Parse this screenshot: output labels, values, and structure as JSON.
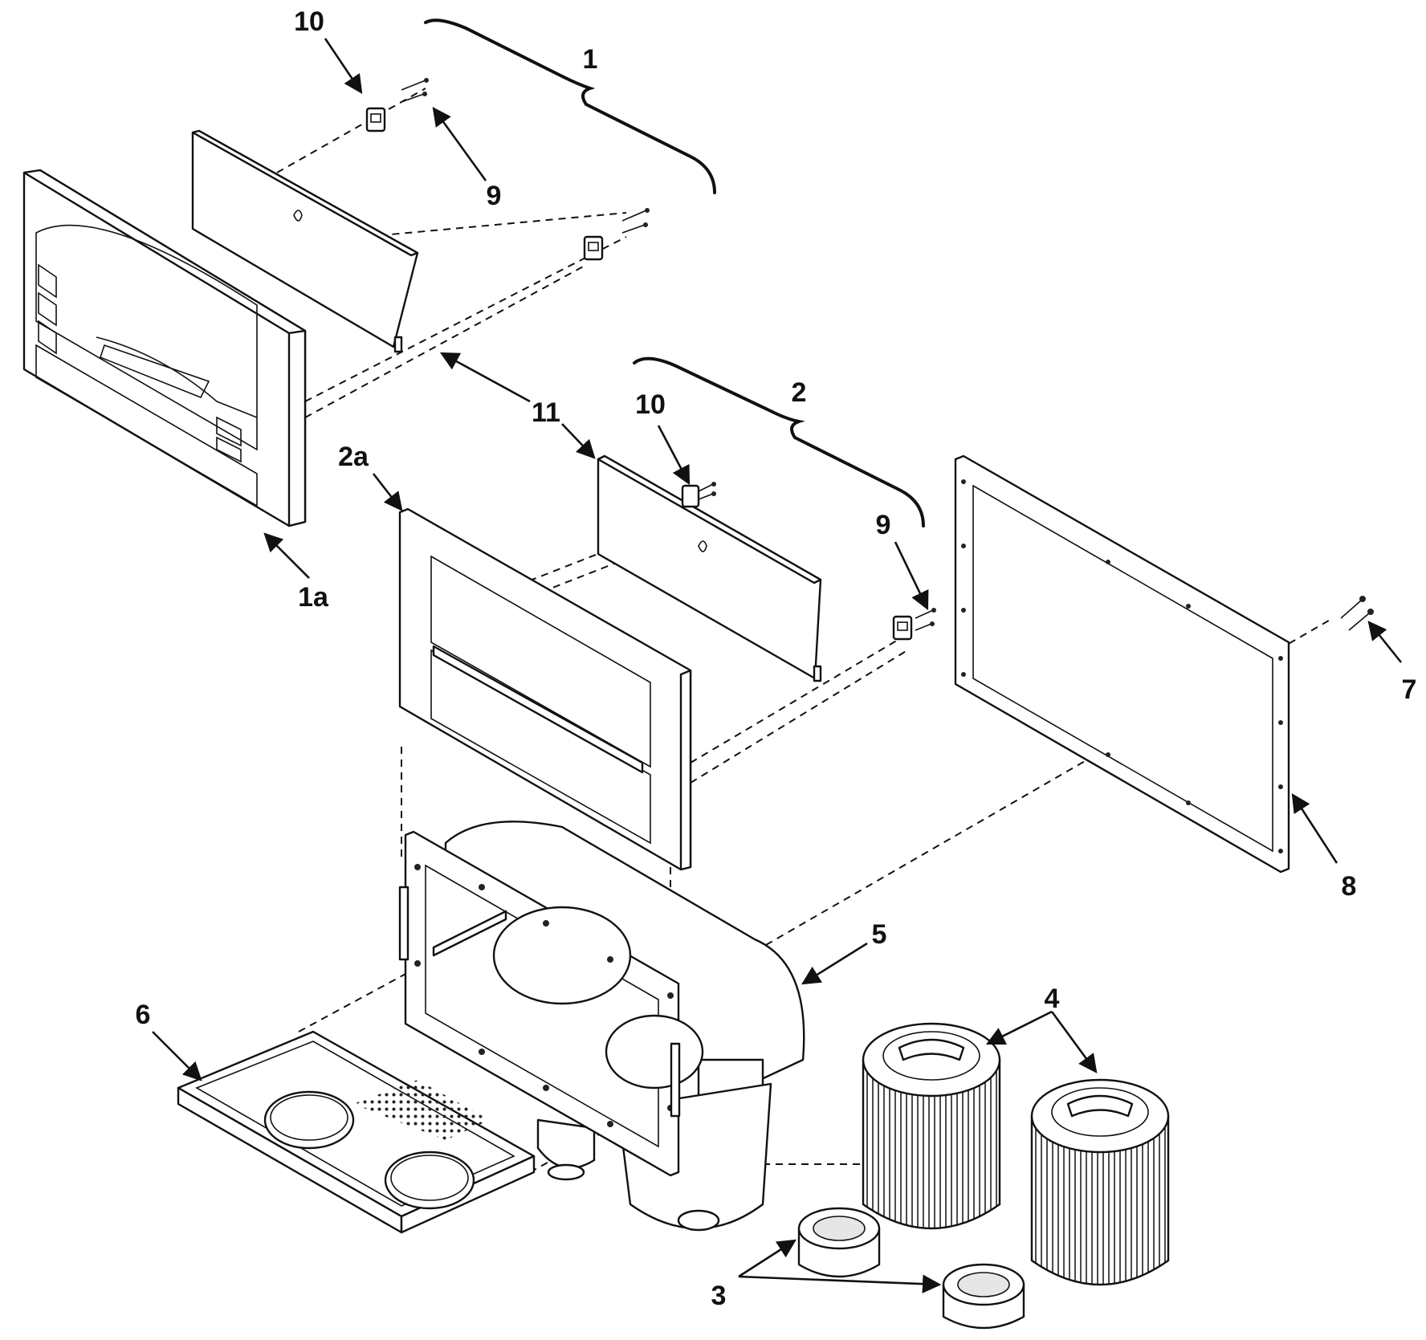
{
  "labels": {
    "l1": "1",
    "l1a": "1a",
    "l2": "2",
    "l2a": "2a",
    "l3": "3",
    "l4": "4",
    "l5": "5",
    "l6": "6",
    "l7": "7",
    "l8": "8",
    "l9_top": "9",
    "l9_right": "9",
    "l10_top": "10",
    "l10_mid": "10",
    "l11": "11"
  },
  "colors": {
    "line": "#111111",
    "background": "#ffffff"
  }
}
